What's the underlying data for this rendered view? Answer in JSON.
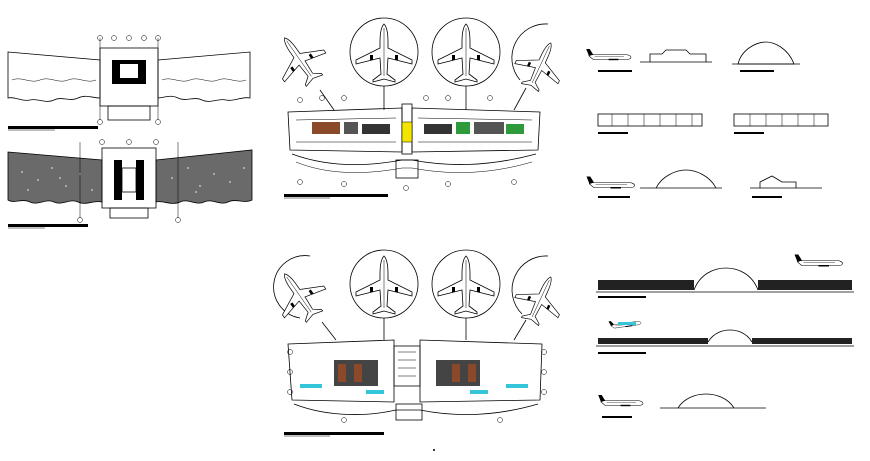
{
  "drawing": {
    "background": "#ffffff",
    "line_color": "#000000",
    "highlight_yellow": "#f2e600",
    "highlight_cyan": "#33c6d8",
    "highlight_green": "#2e9a3a",
    "highlight_brown": "#8a4a2a"
  },
  "sheets": [
    {
      "id": "ground-floor-plan-small",
      "kind": "plan"
    },
    {
      "id": "upper-floor-plan-small",
      "kind": "plan"
    },
    {
      "id": "terminal-plan-apron-1",
      "kind": "plan"
    },
    {
      "id": "terminal-plan-apron-2",
      "kind": "plan"
    },
    {
      "id": "elevations",
      "kind": "elevation"
    }
  ],
  "icons": [
    "airplane-icon",
    "north-arrow-icon"
  ]
}
